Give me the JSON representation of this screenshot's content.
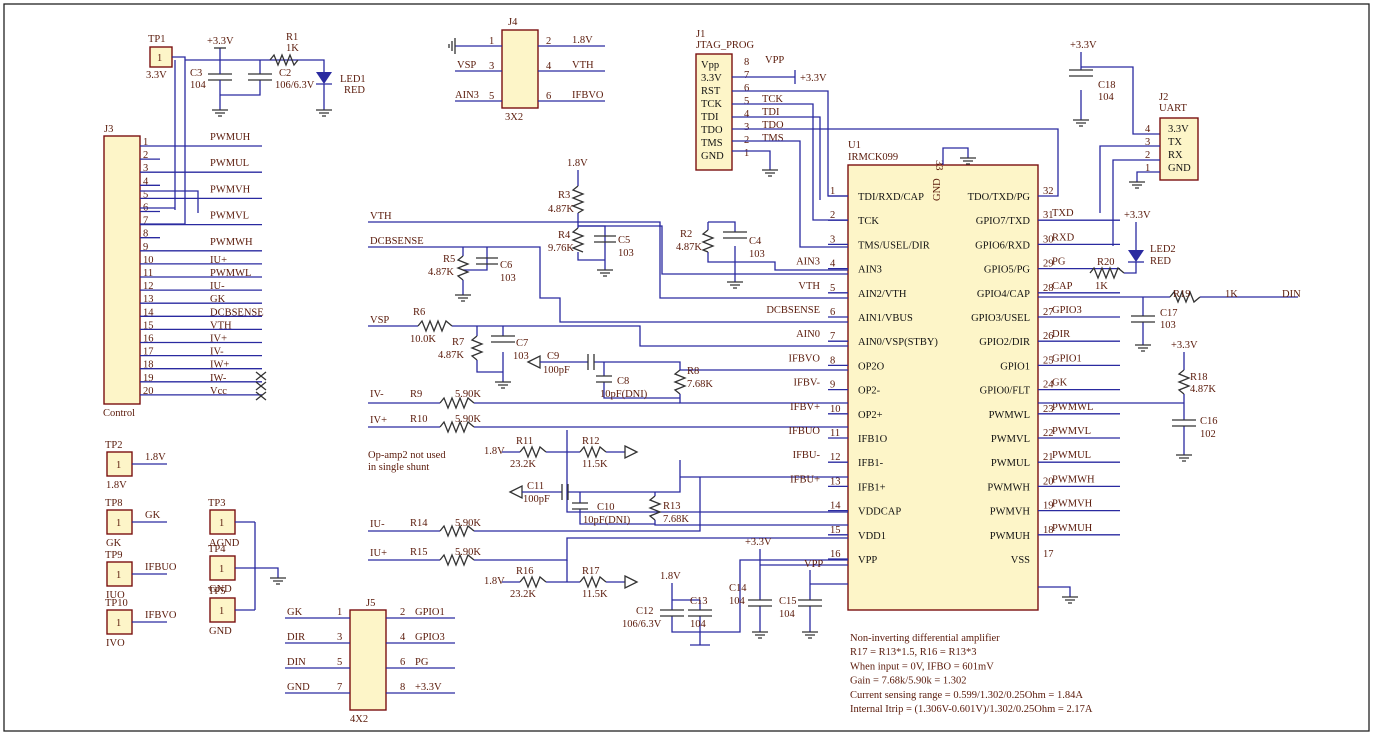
{
  "tp": [
    {
      "ref": "TP1",
      "net": "3.3V",
      "pin": "1"
    },
    {
      "ref": "TP2",
      "net": "1.8V",
      "pin": "1",
      "wire": "1.8V"
    },
    {
      "ref": "TP8",
      "net": "GK",
      "pin": "1",
      "wire": "GK"
    },
    {
      "ref": "TP9",
      "net": "IUO",
      "pin": "1",
      "wire": "IFBUO"
    },
    {
      "ref": "TP10",
      "net": "IVO",
      "pin": "1",
      "wire": "IFBVO"
    },
    {
      "ref": "TP3",
      "net": "AGND",
      "pin": "1"
    },
    {
      "ref": "TP4",
      "net": "GND",
      "pin": "1"
    },
    {
      "ref": "TP5",
      "net": "GND",
      "pin": "1"
    }
  ],
  "top": {
    "p33": "+3.3V",
    "c3": "C3",
    "c3v": "104",
    "c2": "C2",
    "c2v": "106/6.3V",
    "r1": "R1",
    "r1v": "1K",
    "led1": "LED1",
    "led1v": "RED"
  },
  "j3": {
    "ref": "J3",
    "name": "Control",
    "pins": [
      "1",
      "2",
      "3",
      "4",
      "5",
      "6",
      "7",
      "8",
      "9",
      "10",
      "11",
      "12",
      "13",
      "14",
      "15",
      "16",
      "17",
      "18",
      "19",
      "20"
    ],
    "nets": [
      "PWMUH",
      "PWMUL",
      "PWMVH",
      "PWMVL",
      "PWMWH",
      "IU+",
      "PWMWL",
      "IU-",
      "GK",
      "DCBSENSE",
      "VTH",
      "IV+",
      "IV-",
      "IW+",
      "IW-",
      "Vcc"
    ]
  },
  "j4": {
    "ref": "J4",
    "name": "3X2",
    "pl": [
      "1",
      "3",
      "5"
    ],
    "pr": [
      "2",
      "4",
      "6"
    ],
    "l": [
      "VSP",
      "AIN3"
    ],
    "r": [
      "1.8V",
      "VTH",
      "IFBVO"
    ]
  },
  "j1": {
    "ref": "J1",
    "name": "JTAG_PROG",
    "rows": [
      "Vpp",
      "3.3V",
      "RST",
      "TCK",
      "TDI",
      "TDO",
      "TMS",
      "GND"
    ],
    "pins": [
      "8",
      "7",
      "6",
      "5",
      "4",
      "3",
      "2",
      "1"
    ],
    "nets": [
      "VPP",
      "+3.3V",
      "TCK",
      "TDI",
      "TDO",
      "TMS"
    ]
  },
  "j2": {
    "ref": "J2",
    "name": "UART",
    "rows": [
      "3.3V",
      "TX",
      "RX",
      "GND"
    ],
    "pins": [
      "4",
      "3",
      "2",
      "1"
    ],
    "c18": "C18",
    "c18v": "104",
    "p33": "+3.3V"
  },
  "u1": {
    "ref": "U1",
    "part": "IRMCK099",
    "gnd": "GND",
    "pin33": "33",
    "left": [
      [
        "1",
        "TDI/RXD/CAP"
      ],
      [
        "2",
        "TCK"
      ],
      [
        "3",
        "TMS/USEL/DIR"
      ],
      [
        "4",
        "AIN3"
      ],
      [
        "5",
        "AIN2/VTH"
      ],
      [
        "6",
        "AIN1/VBUS"
      ],
      [
        "7",
        "AIN0/VSP(STBY)"
      ],
      [
        "8",
        "OP2O"
      ],
      [
        "9",
        "OP2-"
      ],
      [
        "10",
        "OP2+"
      ],
      [
        "11",
        "IFB1O"
      ],
      [
        "12",
        "IFB1-"
      ],
      [
        "13",
        "IFB1+"
      ],
      [
        "14",
        "VDDCAP"
      ],
      [
        "15",
        "VDD1"
      ],
      [
        "16",
        "VPP"
      ]
    ],
    "right": [
      [
        "32",
        "TDO/TXD/PG"
      ],
      [
        "31",
        "GPIO7/TXD"
      ],
      [
        "30",
        "GPIO6/RXD"
      ],
      [
        "29",
        "GPIO5/PG"
      ],
      [
        "28",
        "GPIO4/CAP"
      ],
      [
        "27",
        "GPIO3/USEL"
      ],
      [
        "26",
        "GPIO2/DIR"
      ],
      [
        "25",
        "GPIO1"
      ],
      [
        "24",
        "GPIO0/FLT"
      ],
      [
        "23",
        "PWMWL"
      ],
      [
        "22",
        "PWMVL"
      ],
      [
        "21",
        "PWMUL"
      ],
      [
        "20",
        "PWMWH"
      ],
      [
        "19",
        "PWMVH"
      ],
      [
        "18",
        "PWMUH"
      ],
      [
        "17",
        "VSS"
      ]
    ],
    "lnets": [
      "AIN3",
      "VTH",
      "DCBSENSE",
      "AIN0",
      "IFBVO",
      "IFBV-",
      "IFBV+",
      "IFBUO",
      "IFBU-",
      "IFBU+"
    ],
    "rnets": [
      "TXD",
      "RXD",
      "PG",
      "CAP",
      "GPIO3",
      "DIR",
      "GPIO1",
      "GK",
      "PWMWL",
      "PWMVL",
      "PWMUL",
      "PWMWH",
      "PWMVH",
      "PWMUH"
    ]
  },
  "mid": {
    "n18": "1.8V",
    "r3": "R3",
    "r3v": "4.87K",
    "r4": "R4",
    "r4v": "9.76K",
    "c5": "C5",
    "c5v": "103",
    "r2": "R2",
    "r2v": "4.87K",
    "c4": "C4",
    "c4v": "103",
    "vth": "VTH",
    "dcb": "DCBSENSE",
    "r5": "R5",
    "r5v": "4.87K",
    "c6": "C6",
    "c6v": "103",
    "vsp": "VSP",
    "r6": "R6",
    "r6v": "10.0K",
    "r7": "R7",
    "r7v": "4.87K",
    "c7": "C7",
    "c7v": "103",
    "c9": "C9",
    "c9v": "100pF",
    "c8": "C8",
    "c8v": "10pF(DNI)",
    "r8": "R8",
    "r8v": "7.68K",
    "ivm": "IV-",
    "r9": "R9",
    "r9v": "5.90K",
    "ivp": "IV+",
    "r10": "R10",
    "r10v": "5.90K",
    "note1": "Op-amp2 not used",
    "note2": "in single shunt",
    "r11": "R11",
    "r11v": "23.2K",
    "r12": "R12",
    "r12v": "11.5K",
    "c11": "C11",
    "c11v": "100pF",
    "c10": "C10",
    "c10v": "10pF(DNI)",
    "r13": "R13",
    "r13v": "7.68K",
    "ium": "IU-",
    "r14": "R14",
    "r14v": "5.90K",
    "iup": "IU+",
    "r15": "R15",
    "r15v": "5.90K",
    "r16": "R16",
    "r16v": "23.2K",
    "r17": "R17",
    "r17v": "11.5K",
    "c12": "C12",
    "c12v": "106/6.3V",
    "c13": "C13",
    "c13v": "104",
    "c14": "C14",
    "c14v": "104",
    "c15": "C15",
    "c15v": "104",
    "vpp": "VPP",
    "p33": "+3.3V"
  },
  "right": {
    "p33": "+3.3V",
    "led2": "LED2",
    "led2v": "RED",
    "r20": "R20",
    "r20v": "1K",
    "r19": "R19",
    "r19v": "1K",
    "din": "DIN",
    "c17": "C17",
    "c17v": "103",
    "r18": "R18",
    "r18v": "4.87K",
    "c16": "C16",
    "c16v": "102"
  },
  "j5": {
    "ref": "J5",
    "name": "4X2",
    "pl": [
      "1",
      "3",
      "5",
      "7"
    ],
    "pr": [
      "2",
      "4",
      "6",
      "8"
    ],
    "l": [
      "GK",
      "DIR",
      "DIN",
      "GND"
    ],
    "r": [
      "GPIO1",
      "GPIO3",
      "PG",
      "+3.3V"
    ]
  },
  "notes": [
    "Non-inverting differential amplifier",
    "R17 = R13*1.5, R16 = R13*3",
    "When input = 0V, IFBO = 601mV",
    "Gain = 7.68k/5.90k = 1.302",
    "Current sensing range = 0.599/1.302/0.25Ohm = 1.84A",
    "Internal Itrip = (1.306V-0.601V)/1.302/0.25Ohm = 2.17A"
  ]
}
